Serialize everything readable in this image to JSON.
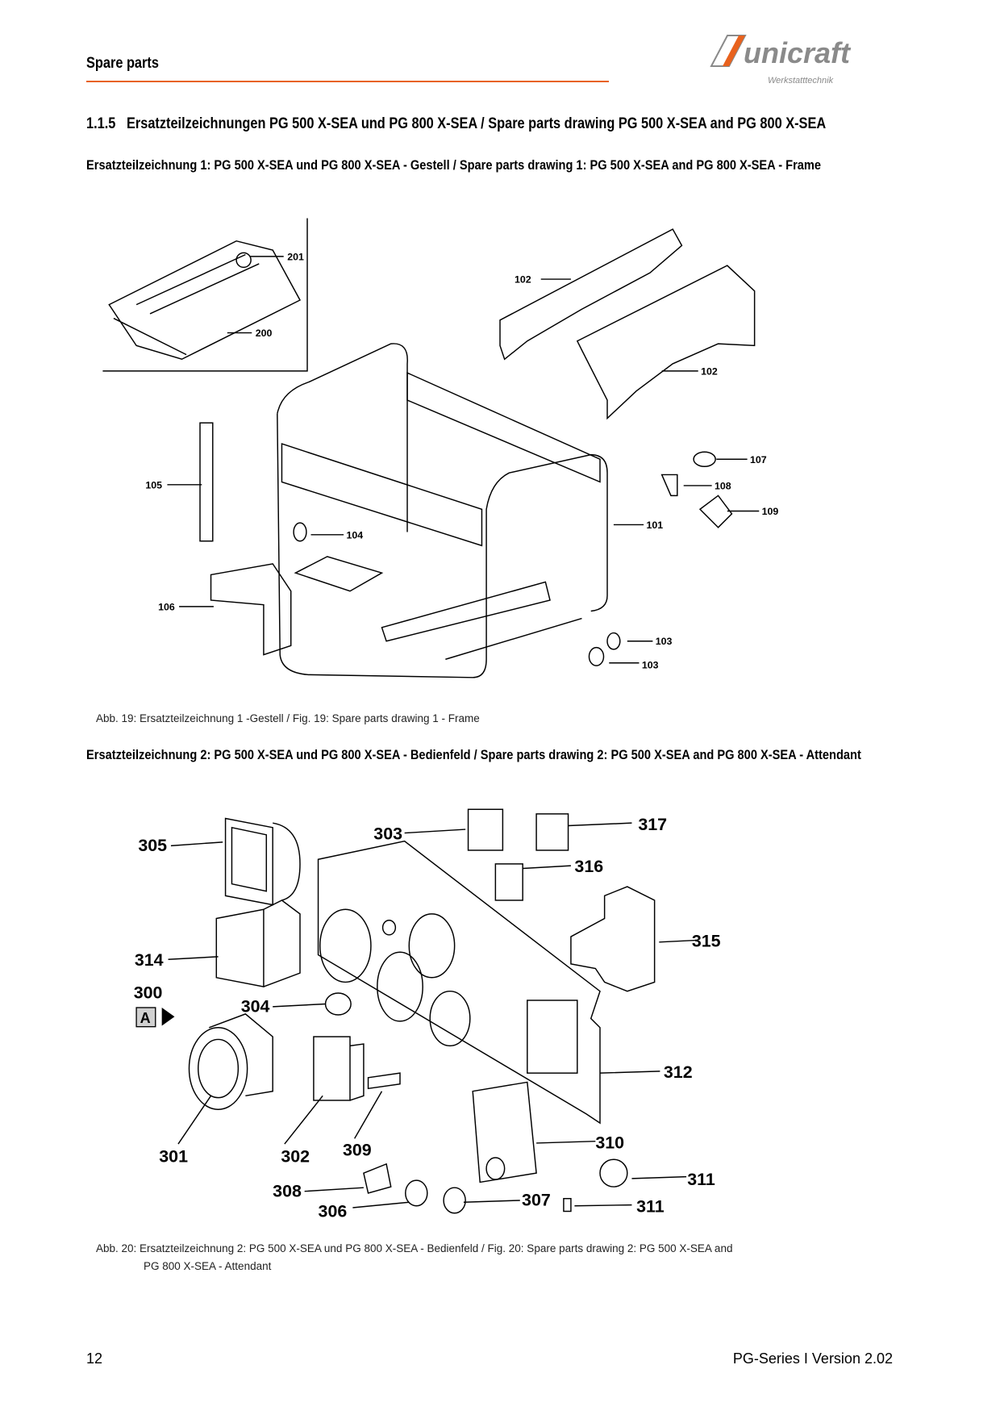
{
  "header": {
    "section": "Spare parts",
    "logo_text": "unicraft",
    "logo_sub": "Werkstatttechnik"
  },
  "heading": {
    "number": "1.1.5",
    "title": "Ersatzteilzeichnungen PG 500 X-SEA und PG 800 X-SEA / Spare parts drawing PG 500 X-SEA and PG 800 X-SEA"
  },
  "drawing1": {
    "title": "Ersatzteilzeichnung 1: PG 500 X-SEA und PG 800 X-SEA - Gestell / Spare parts drawing 1: PG 500 X-SEA and PG 800 X-SEA - Frame",
    "labels": [
      "201",
      "200",
      "102",
      "102",
      "107",
      "108",
      "109",
      "105",
      "104",
      "101",
      "106",
      "103",
      "103"
    ],
    "caption": "Abb. 19: Ersatzteilzeichnung 1 -Gestell / Fig. 19: Spare parts drawing 1 - Frame"
  },
  "drawing2": {
    "title": "Ersatzteilzeichnung 2: PG 500 X-SEA und PG 800 X-SEA - Bedienfeld / Spare parts drawing 2: PG 500 X-SEA and PG 800 X-SEA - Attendant",
    "labels": [
      "305",
      "303",
      "317",
      "316",
      "315",
      "314",
      "300",
      "304",
      "312",
      "301",
      "302",
      "309",
      "310",
      "308",
      "306",
      "307",
      "311",
      "311"
    ],
    "view_marker": "A",
    "caption_line1": "Abb. 20: Ersatzteilzeichnung 2: PG 500 X-SEA und PG 800 X-SEA - Bedienfeld / Fig. 20: Spare parts drawing 2: PG 500 X-SEA and",
    "caption_line2": "PG 800 X-SEA - Attendant"
  },
  "footer": {
    "page": "12",
    "version": "PG-Series I Version 2.02"
  },
  "colors": {
    "accent": "#e8621e",
    "logo_gray": "#8a8a8a"
  }
}
